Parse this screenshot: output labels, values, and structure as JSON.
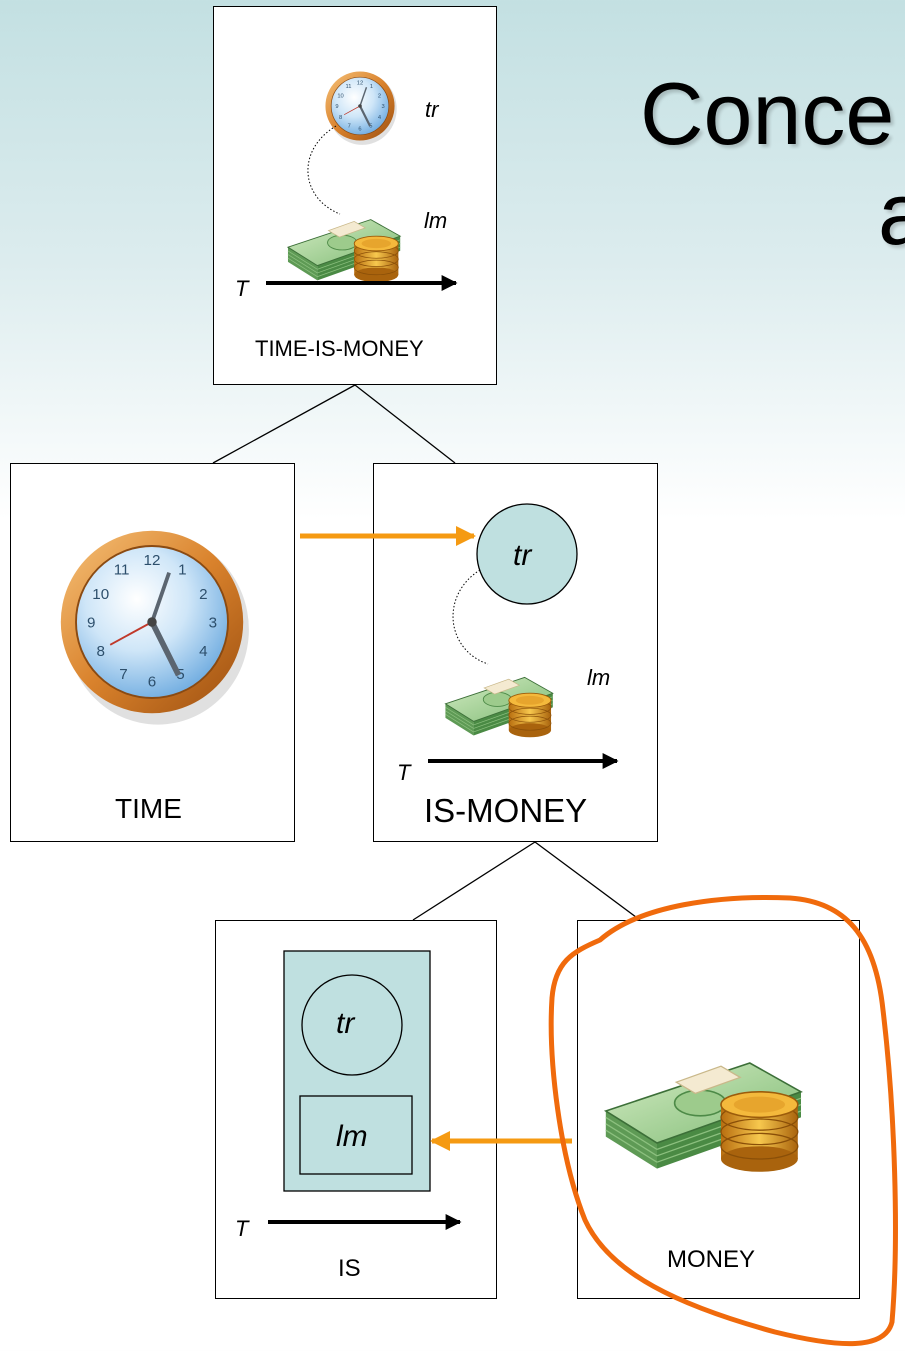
{
  "title": {
    "line1": "Conce",
    "line2": "a"
  },
  "nodes": {
    "top": {
      "name": "TIME-IS-MONEY",
      "role1": "tr",
      "role2": "lm",
      "axis": "T"
    },
    "time": {
      "name": "TIME"
    },
    "is_money": {
      "name": "IS-MONEY",
      "role1": "tr",
      "role2": "lm",
      "axis": "T"
    },
    "is": {
      "name": "IS",
      "role1": "tr",
      "role2": "lm",
      "axis": "T"
    },
    "money": {
      "name": "MONEY"
    }
  },
  "colors": {
    "arrow": "#f59a12",
    "highlight": "#f06a0c",
    "role_fill": "#bfe0e0",
    "bg_top": "#c3e0e2"
  },
  "icons": [
    "clock-icon",
    "money-icon",
    "arrow-icon"
  ]
}
